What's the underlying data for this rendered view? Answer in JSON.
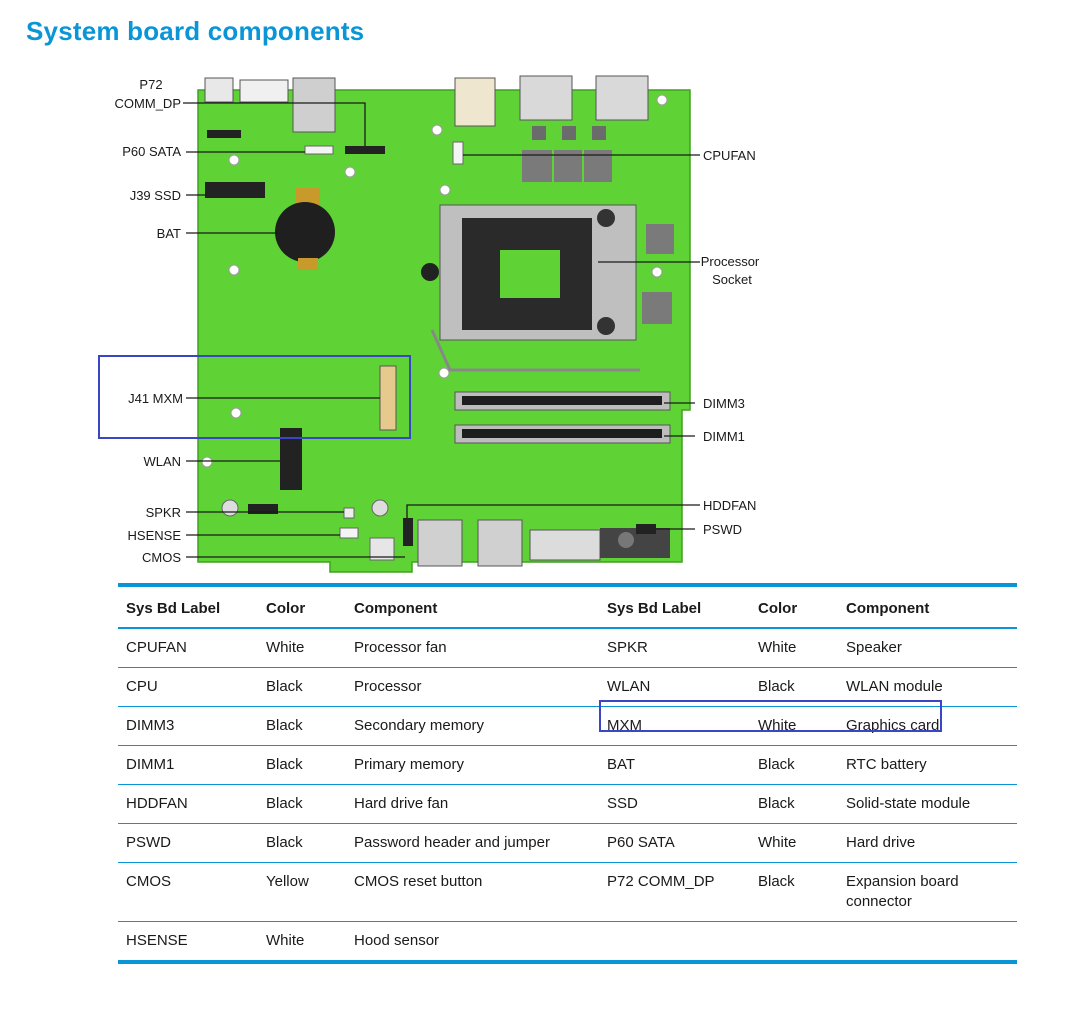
{
  "page": {
    "title": "System board components"
  },
  "board_callouts": {
    "p72": "P72",
    "comm_dp": "COMM_DP",
    "p60_sata": "P60 SATA",
    "j39_ssd": "J39 SSD",
    "bat": "BAT",
    "j41_mxm": "J41 MXM",
    "wlan": "WLAN",
    "spkr": "SPKR",
    "hsense": "HSENSE",
    "cmos": "CMOS",
    "cpufan": "CPUFAN",
    "processor": "Processor",
    "socket": "Socket",
    "dimm3": "DIMM3",
    "dimm1": "DIMM1",
    "hddfan": "HDDFAN",
    "pswd": "PSWD"
  },
  "table": {
    "headers": [
      "Sys Bd Label",
      "Color",
      "Component",
      "Sys Bd Label",
      "Color",
      "Component"
    ],
    "rows": [
      [
        "CPUFAN",
        "White",
        "Processor fan",
        "SPKR",
        "White",
        "Speaker"
      ],
      [
        "CPU",
        "Black",
        "Processor",
        "WLAN",
        "Black",
        "WLAN module"
      ],
      [
        "DIMM3",
        "Black",
        "Secondary memory",
        "MXM",
        "White",
        "Graphics card"
      ],
      [
        "DIMM1",
        "Black",
        "Primary memory",
        "BAT",
        "Black",
        "RTC battery"
      ],
      [
        "HDDFAN",
        "Black",
        "Hard drive fan",
        "SSD",
        "Black",
        "Solid-state module"
      ],
      [
        "PSWD",
        "Black",
        "Password header and jumper",
        "P60 SATA",
        "White",
        "Hard drive"
      ],
      [
        "CMOS",
        "Yellow",
        "CMOS reset button",
        "P72 COMM_DP",
        "Black",
        "Expansion board connector"
      ],
      [
        "HSENSE",
        "White",
        "Hood sensor",
        "",
        "",
        ""
      ]
    ]
  },
  "colors": {
    "accent": "#0a96d6",
    "board_green": "#5fd336",
    "highlight": "#3b46c4"
  }
}
